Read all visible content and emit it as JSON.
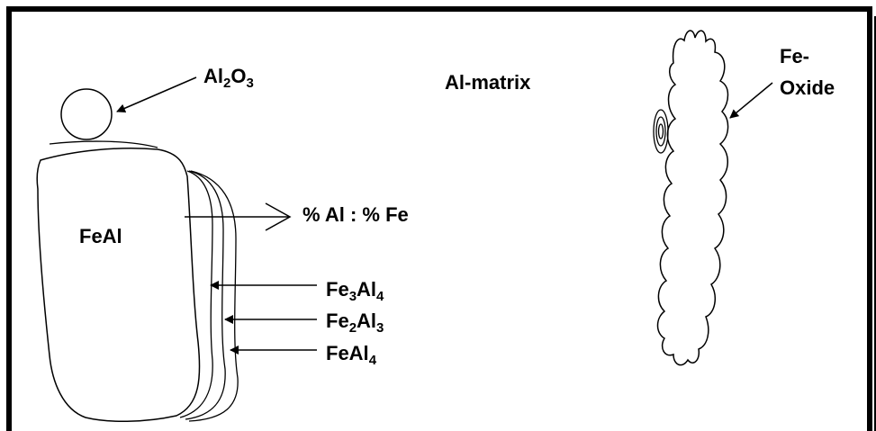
{
  "labels": {
    "al2o3": {
      "base1": "Al",
      "sub1": "2",
      "base2": "O",
      "sub2": "3"
    },
    "al_matrix": "Al-matrix",
    "fe_oxide_line1": "Fe-",
    "fe_oxide_line2": "Oxide",
    "feal": "FeAl",
    "ratio": "% Al : % Fe",
    "fe3al4": {
      "base1": "Fe",
      "sub1": "3",
      "base2": "Al",
      "sub2": "4"
    },
    "fe2al3": {
      "base1": "Fe",
      "sub1": "2",
      "base2": "Al",
      "sub2": "3"
    },
    "feal4": {
      "base1": "FeAl",
      "sub1": "4"
    }
  },
  "colors": {
    "stroke": "#000000",
    "background": "#ffffff"
  }
}
